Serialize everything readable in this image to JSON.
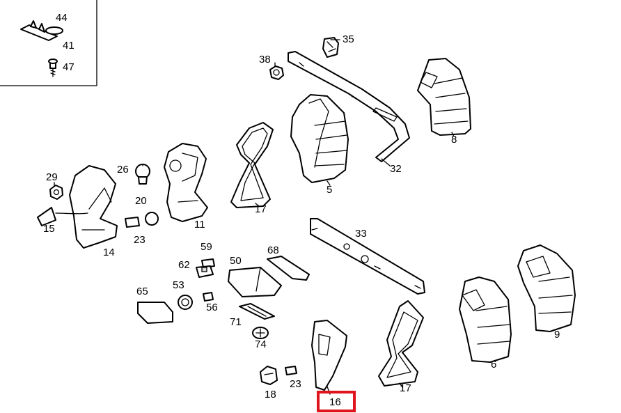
{
  "labels": {
    "p44": "44",
    "p41": "41",
    "p47": "47",
    "p35": "35",
    "p38": "38",
    "p8": "8",
    "p32": "32",
    "p5": "5",
    "p29": "29",
    "p26": "26",
    "p20": "20",
    "p23a": "23",
    "p15": "15",
    "p14": "14",
    "p11": "11",
    "p17a": "17",
    "p33": "33",
    "p59": "59",
    "p62": "62",
    "p50": "50",
    "p68": "68",
    "p65": "65",
    "p53": "53",
    "p56": "56",
    "p71": "71",
    "p74": "74",
    "p18": "18",
    "p23b": "23",
    "p16": "16",
    "p17b": "17",
    "p6": "6",
    "p9": "9"
  },
  "highlight": {
    "part": "16",
    "color": "#e0141e"
  }
}
